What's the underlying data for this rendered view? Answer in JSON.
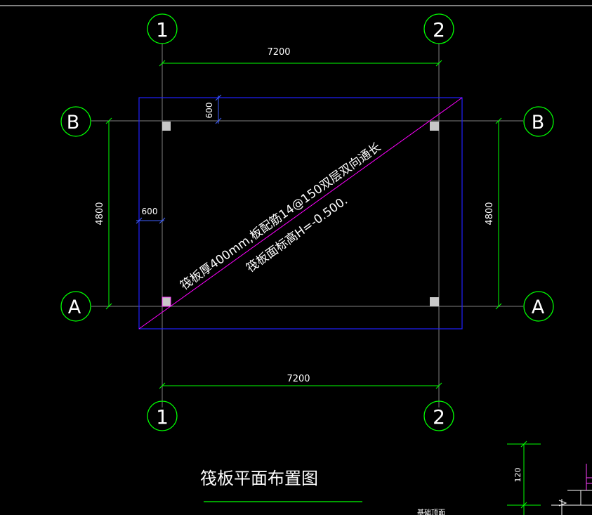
{
  "axes": {
    "columns": [
      {
        "label": "1"
      },
      {
        "label": "2"
      }
    ],
    "rows": [
      {
        "label": "B"
      },
      {
        "label": "A"
      }
    ]
  },
  "dimensions": {
    "top_span": "7200",
    "bottom_span": "7200",
    "left_span": "4800",
    "right_span": "4800",
    "overhang_top": "600",
    "overhang_left": "600",
    "detail_height": "120"
  },
  "annotation": {
    "line1": "筏板厚400mm,板配筋14@150双层双向通长",
    "line2": "筏板面标高H=-0.500."
  },
  "drawing_title": "筏板平面布置图",
  "detail_label": "基础顶面",
  "colors": {
    "background": "#000000",
    "axis_bubble": "#00ff00",
    "grid_line": "#808080",
    "raft_outline": "#2020ff",
    "dimension": "#00ff00",
    "diagonal": "#ff00ff",
    "text": "#ffffff",
    "column": "#c8c8c8"
  }
}
